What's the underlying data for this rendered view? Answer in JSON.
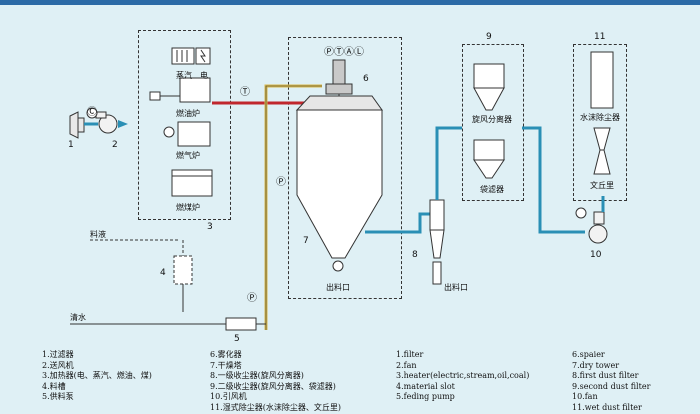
{
  "equipment_labels": {
    "steam": "蒸汽",
    "electric": "电",
    "oil_furnace": "燃油炉",
    "gas_furnace": "燃气炉",
    "coal_furnace": "燃煤炉",
    "cyclone": "旋风分离器",
    "bag_filter": "袋滤器",
    "water_dust": "水沫除尘器",
    "venturi": "文丘里",
    "feed_liquid": "料液",
    "clean_water": "清水",
    "outlet": "出料口",
    "outlet2": "出料口",
    "gauge_top": "ⓅⓉⒶⓁ",
    "p_symbol": "Ⓟ",
    "t_symbol": "Ⓣ",
    "c_symbol": "Ⓒ"
  },
  "numbers": [
    "1",
    "2",
    "3",
    "4",
    "5",
    "6",
    "7",
    "8",
    "9",
    "10",
    "11"
  ],
  "legend_cn_col1": [
    "1.过滤器",
    "2.送风机",
    "3.加热器(电、蒸汽、燃油、煤)",
    "4.料槽",
    "5.供料泵"
  ],
  "legend_cn_col2": [
    "6.雾化器",
    "7.干燥塔",
    "8.一级收尘器(旋风分离器)",
    "9.二级收尘器(旋风分离器、袋滤器)",
    "10.引风机",
    "11.湿式除尘器(水沫除尘器、文丘里)"
  ],
  "legend_en_col1": [
    "1.filter",
    "2.fan",
    "3.heater(electric,stream,oil,coal)",
    "4.material slot",
    "5.feding pump"
  ],
  "legend_en_col2": [
    "6.spaier",
    "7.dry tower",
    "8.first dust filter",
    "9.second dust filter",
    "10.fan",
    "11.wet dust filter"
  ],
  "colors": {
    "hot_air": "#c0272d",
    "feed_line": "#d8b84a",
    "exhaust": "#2a8fb5",
    "background": "#dff0f5"
  }
}
